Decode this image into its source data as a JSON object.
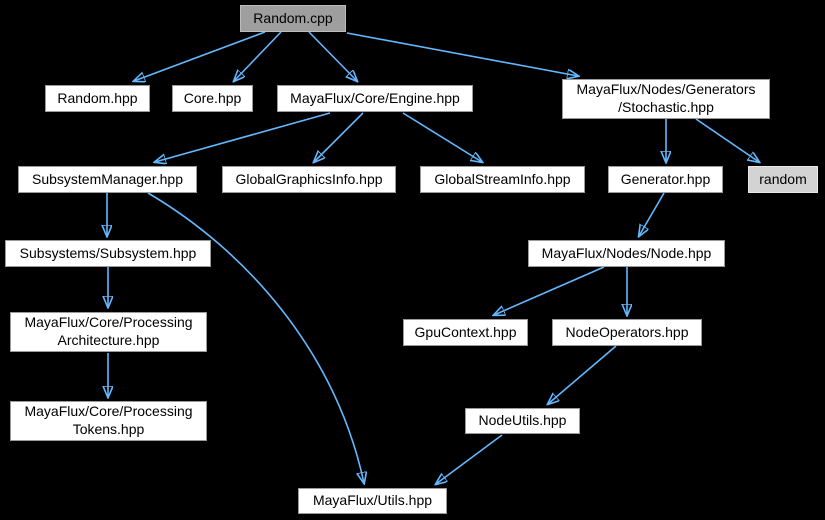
{
  "diagram": {
    "kind": "include-dependency-graph",
    "colors": {
      "background": "#000000",
      "edge": "#63b8ff",
      "node_fill": "#ffffff",
      "node_border": "#9a9a9a",
      "root_fill": "#9e9e9e",
      "external_fill": "#d3d3d3",
      "text": "#000000"
    },
    "nodes": [
      {
        "id": "random-cpp",
        "label": "Random.cpp",
        "kind": "root"
      },
      {
        "id": "random-hpp",
        "label": "Random.hpp",
        "kind": "file"
      },
      {
        "id": "core-hpp",
        "label": "Core.hpp",
        "kind": "file"
      },
      {
        "id": "engine-hpp",
        "label": "MayaFlux/Core/Engine.hpp",
        "kind": "file"
      },
      {
        "id": "stochastic-hpp",
        "label": "MayaFlux/Nodes/Generators\n/Stochastic.hpp",
        "kind": "file"
      },
      {
        "id": "subsystemmanager-hpp",
        "label": "SubsystemManager.hpp",
        "kind": "file"
      },
      {
        "id": "globalgraphicsinfo-hpp",
        "label": "GlobalGraphicsInfo.hpp",
        "kind": "file"
      },
      {
        "id": "globalstreaminfo-hpp",
        "label": "GlobalStreamInfo.hpp",
        "kind": "file"
      },
      {
        "id": "generator-hpp",
        "label": "Generator.hpp",
        "kind": "file"
      },
      {
        "id": "random-system",
        "label": "random",
        "kind": "external"
      },
      {
        "id": "subsystem-hpp",
        "label": "Subsystems/Subsystem.hpp",
        "kind": "file"
      },
      {
        "id": "node-hpp",
        "label": "MayaFlux/Nodes/Node.hpp",
        "kind": "file"
      },
      {
        "id": "processingarchitecture-hpp",
        "label": "MayaFlux/Core/Processing\nArchitecture.hpp",
        "kind": "file"
      },
      {
        "id": "gpucontext-hpp",
        "label": "GpuContext.hpp",
        "kind": "file"
      },
      {
        "id": "nodeoperators-hpp",
        "label": "NodeOperators.hpp",
        "kind": "file"
      },
      {
        "id": "processingtokens-hpp",
        "label": "MayaFlux/Core/Processing\nTokens.hpp",
        "kind": "file"
      },
      {
        "id": "nodeutils-hpp",
        "label": "NodeUtils.hpp",
        "kind": "file"
      },
      {
        "id": "utils-hpp",
        "label": "MayaFlux/Utils.hpp",
        "kind": "file"
      }
    ],
    "edges": [
      {
        "from": "random-cpp",
        "to": "random-hpp"
      },
      {
        "from": "random-cpp",
        "to": "core-hpp"
      },
      {
        "from": "random-cpp",
        "to": "engine-hpp"
      },
      {
        "from": "random-cpp",
        "to": "stochastic-hpp"
      },
      {
        "from": "engine-hpp",
        "to": "subsystemmanager-hpp"
      },
      {
        "from": "engine-hpp",
        "to": "globalgraphicsinfo-hpp"
      },
      {
        "from": "engine-hpp",
        "to": "globalstreaminfo-hpp"
      },
      {
        "from": "stochastic-hpp",
        "to": "generator-hpp"
      },
      {
        "from": "stochastic-hpp",
        "to": "random-system"
      },
      {
        "from": "generator-hpp",
        "to": "node-hpp"
      },
      {
        "from": "node-hpp",
        "to": "gpucontext-hpp"
      },
      {
        "from": "node-hpp",
        "to": "nodeoperators-hpp"
      },
      {
        "from": "nodeoperators-hpp",
        "to": "nodeutils-hpp"
      },
      {
        "from": "nodeutils-hpp",
        "to": "utils-hpp"
      },
      {
        "from": "subsystemmanager-hpp",
        "to": "subsystem-hpp"
      },
      {
        "from": "subsystemmanager-hpp",
        "to": "utils-hpp"
      },
      {
        "from": "subsystem-hpp",
        "to": "processingarchitecture-hpp"
      },
      {
        "from": "processingarchitecture-hpp",
        "to": "processingtokens-hpp"
      }
    ]
  }
}
